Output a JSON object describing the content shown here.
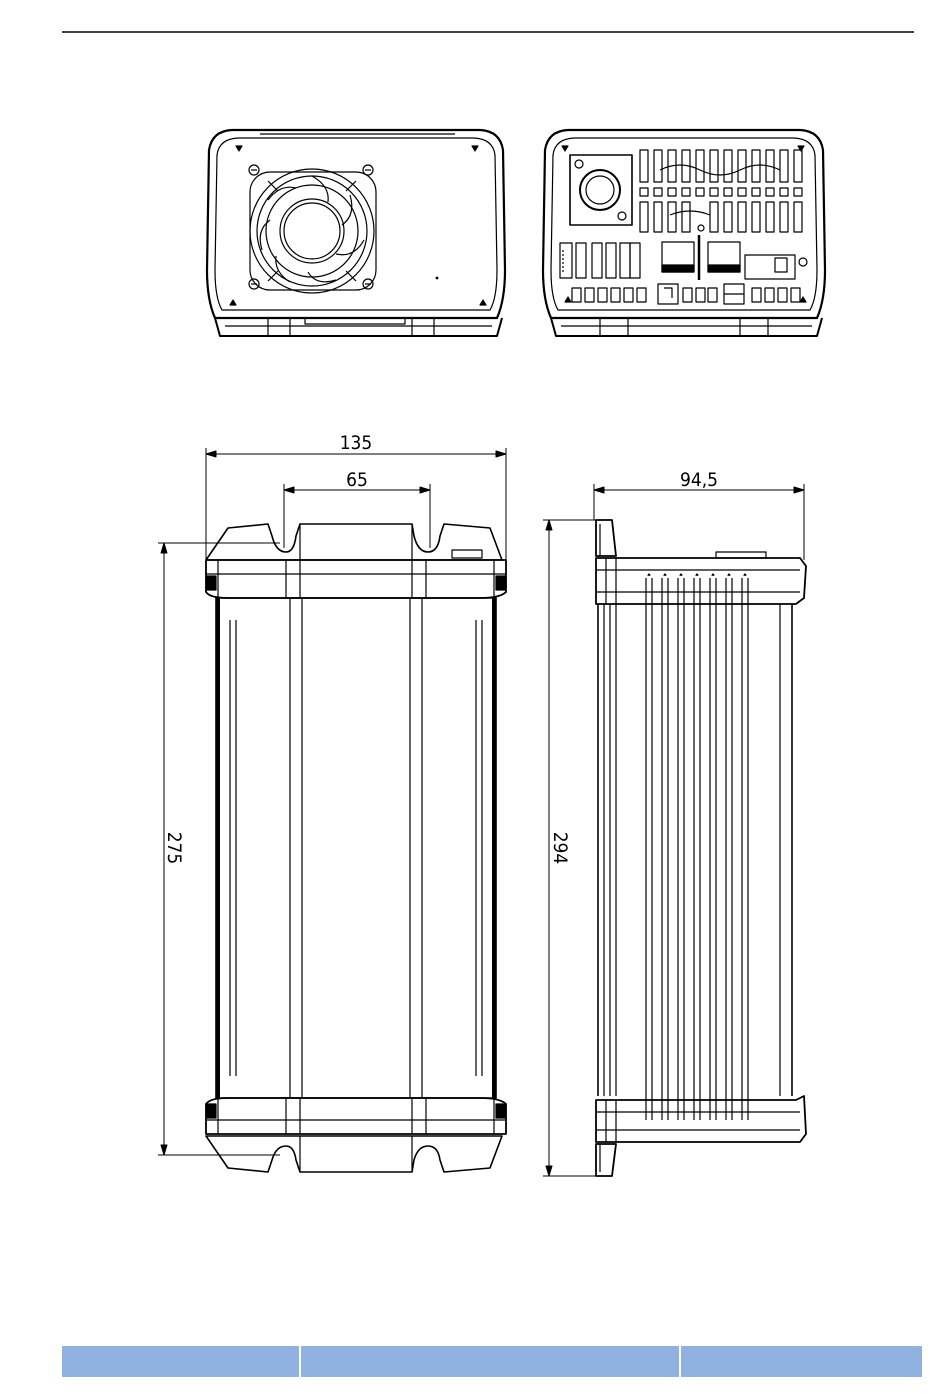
{
  "drawing": {
    "dimensions": {
      "total_width": "135",
      "mount_spacing": "65",
      "depth": "94,5",
      "mount_length": "275",
      "total_length": "294"
    }
  },
  "footer": {
    "cells": [
      "",
      "",
      ""
    ]
  },
  "colors": {
    "line": "#000000",
    "footer": "#8fb2e0"
  }
}
